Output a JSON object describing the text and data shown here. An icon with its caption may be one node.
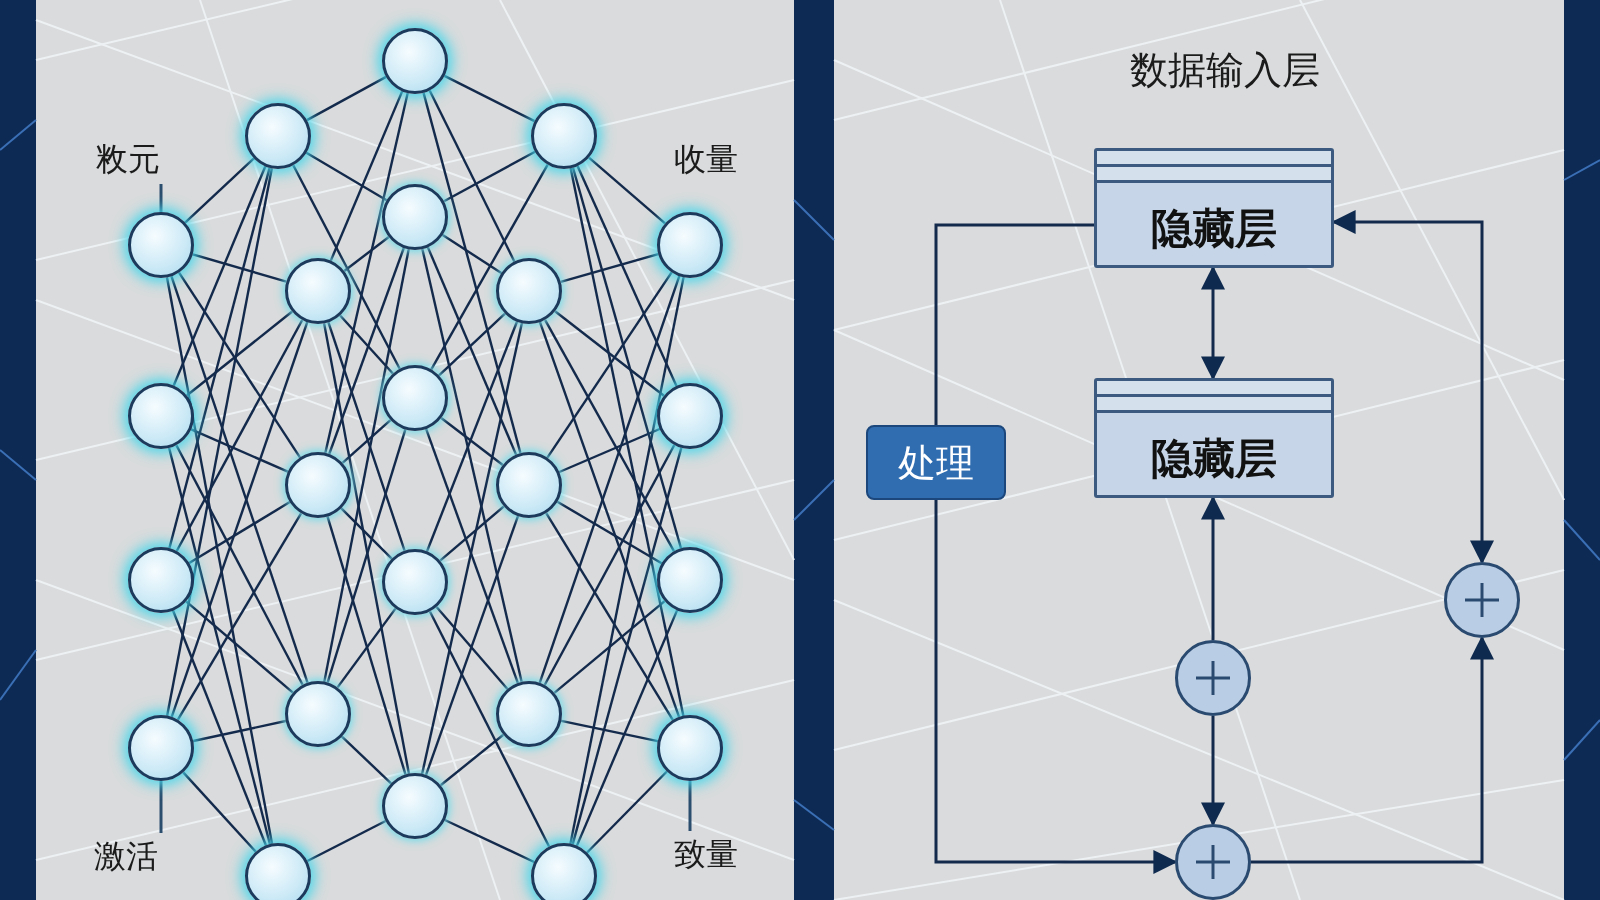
{
  "diagram": {
    "nodes": [
      {
        "text": [
          "敉元"
        ]
      },
      {
        "text": [
          "激活"
        ]
      },
      {
        "text": [
          "致量"
        ]
      },
      {
        "text": [],
        "shape": "circle"
      },
      {
        "text": [],
        "shape": "circle"
      },
      {
        "text": [],
        "shape": "circle"
      },
      {
        "text": [],
        "shape": "circle"
      },
      {
        "text": [],
        "shape": "circle"
      },
      {
        "text": [],
        "shape": "circle"
      },
      {
        "text": [],
        "shape": "circle"
      },
      {
        "text": [],
        "shape": "circle"
      },
      {
        "text": [],
        "shape": "circle"
      },
      {
        "text": [],
        "shape": "circle"
      },
      {
        "text": [],
        "shape": "circle"
      },
      {
        "text": [],
        "shape": "circle"
      },
      {
        "text": [],
        "shape": "circle"
      },
      {
        "text": [],
        "shape": "circle"
      },
      {
        "text": [],
        "shape": "circle"
      },
      {
        "text": [],
        "shape": "circle"
      },
      {
        "text": [],
        "shape": "circle"
      },
      {
        "text": [],
        "shape": "circle"
      },
      {
        "text": [],
        "shape": "circle"
      },
      {
        "text": [],
        "shape": "circle"
      },
      {
        "text": [],
        "shape": "circle"
      },
      {
        "text": [],
        "shape": "circle"
      },
      {
        "text": [],
        "shape": "circle"
      },
      {
        "text": [
          "隐藏层"
        ]
      },
      {
        "text": [
          "隐藏层"
        ]
      },
      {
        "text": [
          "处理"
        ]
      },
      {
        "text": [],
        "shape": "circle"
      },
      {
        "text": [],
        "shape": "circle"
      },
      {
        "text": [],
        "shape": "circle"
      }
    ],
    "edges": [
      {
        "from": 0,
        "to": 3,
        "arrow": "none"
      },
      {
        "from": 1,
        "to": 6,
        "arrow": "none"
      },
      {
        "from": 2,
        "to": 25,
        "arrow": "none"
      },
      {
        "from": 3,
        "to": 7,
        "arrow": "none"
      },
      {
        "from": 3,
        "to": 8,
        "arrow": "none"
      },
      {
        "from": 3,
        "to": 9,
        "arrow": "none"
      },
      {
        "from": 3,
        "to": 10,
        "arrow": "none"
      },
      {
        "from": 3,
        "to": 11,
        "arrow": "none"
      },
      {
        "from": 4,
        "to": 7,
        "arrow": "none"
      },
      {
        "from": 4,
        "to": 8,
        "arrow": "none"
      },
      {
        "from": 4,
        "to": 9,
        "arrow": "none"
      },
      {
        "from": 4,
        "to": 10,
        "arrow": "none"
      },
      {
        "from": 4,
        "to": 11,
        "arrow": "none"
      },
      {
        "from": 5,
        "to": 7,
        "arrow": "none"
      },
      {
        "from": 5,
        "to": 8,
        "arrow": "none"
      },
      {
        "from": 5,
        "to": 9,
        "arrow": "none"
      },
      {
        "from": 5,
        "to": 10,
        "arrow": "none"
      },
      {
        "from": 5,
        "to": 11,
        "arrow": "none"
      },
      {
        "from": 6,
        "to": 7,
        "arrow": "none"
      },
      {
        "from": 6,
        "to": 8,
        "arrow": "none"
      },
      {
        "from": 6,
        "to": 9,
        "arrow": "none"
      },
      {
        "from": 6,
        "to": 10,
        "arrow": "none"
      },
      {
        "from": 6,
        "to": 11,
        "arrow": "none"
      },
      {
        "from": 7,
        "to": 12,
        "arrow": "none"
      },
      {
        "from": 7,
        "to": 13,
        "arrow": "none"
      },
      {
        "from": 7,
        "to": 14,
        "arrow": "none"
      },
      {
        "from": 8,
        "to": 16,
        "arrow": "none"
      },
      {
        "from": 9,
        "to": 12,
        "arrow": "none"
      },
      {
        "from": 9,
        "to": 13,
        "arrow": "none"
      },
      {
        "from": 9,
        "to": 14,
        "arrow": "none"
      },
      {
        "from": 9,
        "to": 15,
        "arrow": "none"
      },
      {
        "from": 9,
        "to": 16,
        "arrow": "none"
      },
      {
        "from": 10,
        "to": 12,
        "arrow": "none"
      },
      {
        "from": 10,
        "to": 13,
        "arrow": "none"
      },
      {
        "from": 10,
        "to": 14,
        "arrow": "none"
      },
      {
        "from": 10,
        "to": 15,
        "arrow": "none"
      },
      {
        "from": 10,
        "to": 16,
        "arrow": "none"
      },
      {
        "from": 11,
        "to": 13,
        "arrow": "none"
      },
      {
        "from": 11,
        "to": 14,
        "arrow": "none"
      },
      {
        "from": 11,
        "to": 15,
        "arrow": "none"
      },
      {
        "from": 11,
        "to": 16,
        "arrow": "none"
      },
      {
        "from": 12,
        "to": 17,
        "arrow": "none"
      },
      {
        "from": 12,
        "to": 18,
        "arrow": "none"
      },
      {
        "from": 12,
        "to": 20,
        "arrow": "none"
      },
      {
        "from": 13,
        "to": 17,
        "arrow": "none"
      },
      {
        "from": 13,
        "to": 18,
        "arrow": "none"
      },
      {
        "from": 13,
        "to": 19,
        "arrow": "none"
      },
      {
        "from": 13,
        "to": 20,
        "arrow": "none"
      },
      {
        "from": 14,
        "to": 17,
        "arrow": "none"
      },
      {
        "from": 14,
        "to": 18,
        "arrow": "none"
      },
      {
        "from": 14,
        "to": 19,
        "arrow": "none"
      },
      {
        "from": 14,
        "to": 20,
        "arrow": "none"
      },
      {
        "from": 15,
        "to": 17,
        "arrow": "none"
      },
      {
        "from": 15,
        "to": 18,
        "arrow": "none"
      },
      {
        "from": 15,
        "to": 19,
        "arrow": "none"
      },
      {
        "from": 15,
        "to": 21,
        "arrow": "none"
      },
      {
        "from": 16,
        "to": 17,
        "arrow": "none"
      },
      {
        "from": 16,
        "to": 18,
        "arrow": "none"
      },
      {
        "from": 16,
        "to": 19,
        "arrow": "none"
      },
      {
        "from": 16,
        "to": 21,
        "arrow": "none"
      },
      {
        "from": 17,
        "to": 22,
        "arrow": "none"
      },
      {
        "from": 17,
        "to": 23,
        "arrow": "none"
      },
      {
        "from": 17,
        "to": 24,
        "arrow": "none"
      },
      {
        "from": 17,
        "to": 25,
        "arrow": "none"
      },
      {
        "from": 18,
        "to": 22,
        "arrow": "none"
      },
      {
        "from": 18,
        "to": 23,
        "arrow": "none"
      },
      {
        "from": 18,
        "to": 24,
        "arrow": "none"
      },
      {
        "from": 18,
        "to": 25,
        "arrow": "none"
      },
      {
        "from": 19,
        "to": 22,
        "arrow": "none"
      },
      {
        "from": 19,
        "to": 23,
        "arrow": "none"
      },
      {
        "from": 19,
        "to": 24,
        "arrow": "none"
      },
      {
        "from": 19,
        "to": 25,
        "arrow": "none"
      },
      {
        "from": 20,
        "to": 22,
        "arrow": "none"
      },
      {
        "from": 20,
        "to": 23,
        "arrow": "none"
      },
      {
        "from": 20,
        "to": 24,
        "arrow": "none"
      },
      {
        "from": 20,
        "to": 25,
        "arrow": "none"
      },
      {
        "from": 21,
        "to": 22,
        "arrow": "none"
      },
      {
        "from": 21,
        "to": 23,
        "arrow": "none"
      },
      {
        "from": 21,
        "to": 24,
        "arrow": "none"
      },
      {
        "from": 21,
        "to": 25,
        "arrow": "none"
      },
      {
        "from": 26,
        "to": 27,
        "arrow": "both"
      },
      {
        "from": 30,
        "to": 27,
        "arrow": "to"
      },
      {
        "from": 30,
        "to": 31,
        "arrow": "to"
      },
      {
        "from": 26,
        "to": 28,
        "arrow": "none"
      },
      {
        "from": 28,
        "to": 31,
        "arrow": "to"
      },
      {
        "from": 31,
        "to": 29,
        "arrow": "to"
      },
      {
        "from": 26,
        "to": 29,
        "arrow": "both"
      }
    ],
    "labels": [
      "收量",
      "数据输入层"
    ]
  }
}
